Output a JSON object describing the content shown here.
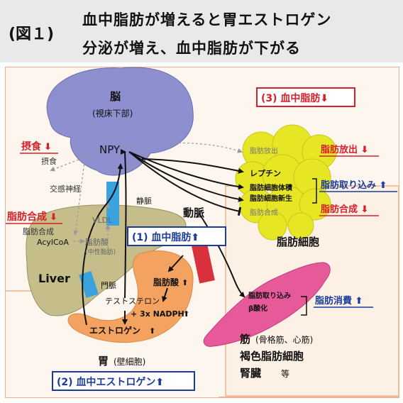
{
  "header": {
    "fig_label": "(図１)",
    "title_line1": "血中脂肪が増えると胃エストロゲン",
    "title_line2": "分泌が増え、血中脂肪が下がる"
  },
  "brain": {
    "title": "脳",
    "subtitle": "(視床下部)",
    "npy": "NPY"
  },
  "feeding": {
    "header": "摂食",
    "header_arrow": "⬇",
    "label": "摂食"
  },
  "sympathetic": "交感神経",
  "liver": {
    "title": "Liver",
    "synthesis_header": "脂肪合成",
    "synthesis_arrow": "⬇",
    "synthesis_label": "脂肪合成",
    "acylcoa": "AcylCoA",
    "fatty_acid": "脂肪酸",
    "neutral_fat": "(中性脂肪)",
    "vldl": "VLDL"
  },
  "portal_vein_label": "門脈",
  "vein_label": "静脈",
  "artery_label": "動脈",
  "stomach": {
    "fatty_acid": "脂肪酸",
    "up": "⬆",
    "testosterone": "テストステロン",
    "nadph": "+ 3x NADPH",
    "estrogen": "エストロゲン",
    "title": "胃",
    "subtitle": "(壁細胞)"
  },
  "adipose": {
    "release": "脂肪放出",
    "leptin": "レプチン",
    "volume": "脂肪細胞体積",
    "neogenesis": "脂肪細胞新生",
    "synthesis": "脂肪合成",
    "title": "脂肪細胞"
  },
  "effects": {
    "release": "脂肪放出 ⬇",
    "uptake": "脂肪取り込み ⬆",
    "synthesis": "脂肪合成 ⬇",
    "consumption": "脂肪消費 ⬆"
  },
  "muscle": {
    "uptake": "脂肪取り込み",
    "beta": "β酸化",
    "title_main": "筋",
    "title_sub": "(骨格筋、心筋)",
    "brown": "褐色脂肪細胞",
    "kidney": "腎臓",
    "etc": "等"
  },
  "boxes": {
    "blood_lipid_1": "(1) 血中脂肪⬆",
    "gastric_estrogen_2": "(2) 血中エストロゲン⬆",
    "blood_lipid_3": "(3) 血中脂肪⬇"
  },
  "colors": {
    "red": "#d6202a",
    "blue": "#1b3c9b",
    "brain_fill": "#8d8fcf",
    "liver_fill": "#c5bd8a",
    "stomach_fill": "#f3a35f",
    "adipose_fill": "#e6e625",
    "muscle_fill": "#e65a9a",
    "vessel_blue": "#3aa3de",
    "vessel_red": "#d9303e",
    "border_orange": "#f0b28a"
  }
}
